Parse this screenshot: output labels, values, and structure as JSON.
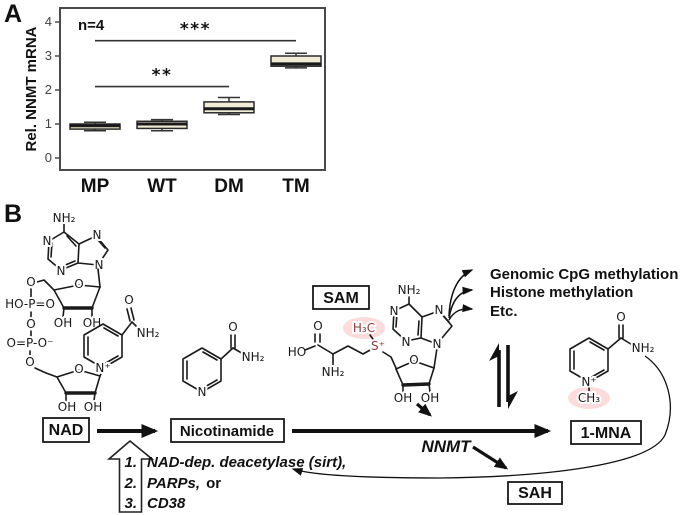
{
  "panel_a": {
    "label": "A"
  },
  "panel_b": {
    "label": "B",
    "boxes": {
      "nad": "NAD",
      "nicotinamide": "Nicotinamide",
      "sam": "SAM",
      "mna": "1-MNA",
      "sah": "SAH"
    },
    "enzyme": "NNMT",
    "outputs": [
      "Genomic CpG methylation",
      "Histone methylation",
      "Etc."
    ],
    "nad_consumers": [
      {
        "num": "1.",
        "text": "NAD-dep. deacetylase (sirt),"
      },
      {
        "num": "2.",
        "text": "PARPs,",
        "suffix": "or"
      },
      {
        "num": "3.",
        "text": "CD38"
      }
    ],
    "atoms": {
      "nh2": "NH₂",
      "oh": "OH",
      "ho": "HO",
      "o": "O",
      "n": "N",
      "n_plus": "N⁺",
      "s_plus": "S⁺",
      "h3c": "H₃C",
      "ch3": "CH₃",
      "phosphate1": "HO-P=O",
      "phosphate2": "O=P-O⁻"
    }
  },
  "chart_data": {
    "type": "box",
    "title": "",
    "ylabel": "Rel. NNMT mRNA",
    "annotation": "n=4",
    "categories": [
      "MP",
      "WT",
      "DM",
      "TM"
    ],
    "ylim": [
      0,
      4
    ],
    "yticks": [
      0,
      1,
      2,
      3,
      4
    ],
    "grid": false,
    "legend": "none",
    "series": [
      {
        "category": "MP",
        "whisker_low": 0.8,
        "q1": 0.85,
        "median": 0.95,
        "q3": 1.0,
        "whisker_high": 1.05
      },
      {
        "category": "WT",
        "whisker_low": 0.8,
        "q1": 0.87,
        "median": 1.0,
        "q3": 1.08,
        "whisker_high": 1.13
      },
      {
        "category": "DM",
        "whisker_low": 1.28,
        "q1": 1.33,
        "median": 1.45,
        "q3": 1.65,
        "whisker_high": 1.78
      },
      {
        "category": "TM",
        "whisker_low": 2.65,
        "q1": 2.7,
        "median": 2.77,
        "q3": 3.0,
        "whisker_high": 3.08
      }
    ],
    "significance": [
      {
        "label": "**",
        "from": "MP",
        "to": "DM",
        "y": 2.1
      },
      {
        "label": "***",
        "from": "MP",
        "to": "TM",
        "y": 3.45
      }
    ],
    "box_fill": "#f1ecd8"
  },
  "colors": {
    "highlight_pink": "#fbdbdb",
    "methyl_red": "#8a3d3d",
    "box_fill": "#f1ecd8",
    "ink": "#111111"
  }
}
